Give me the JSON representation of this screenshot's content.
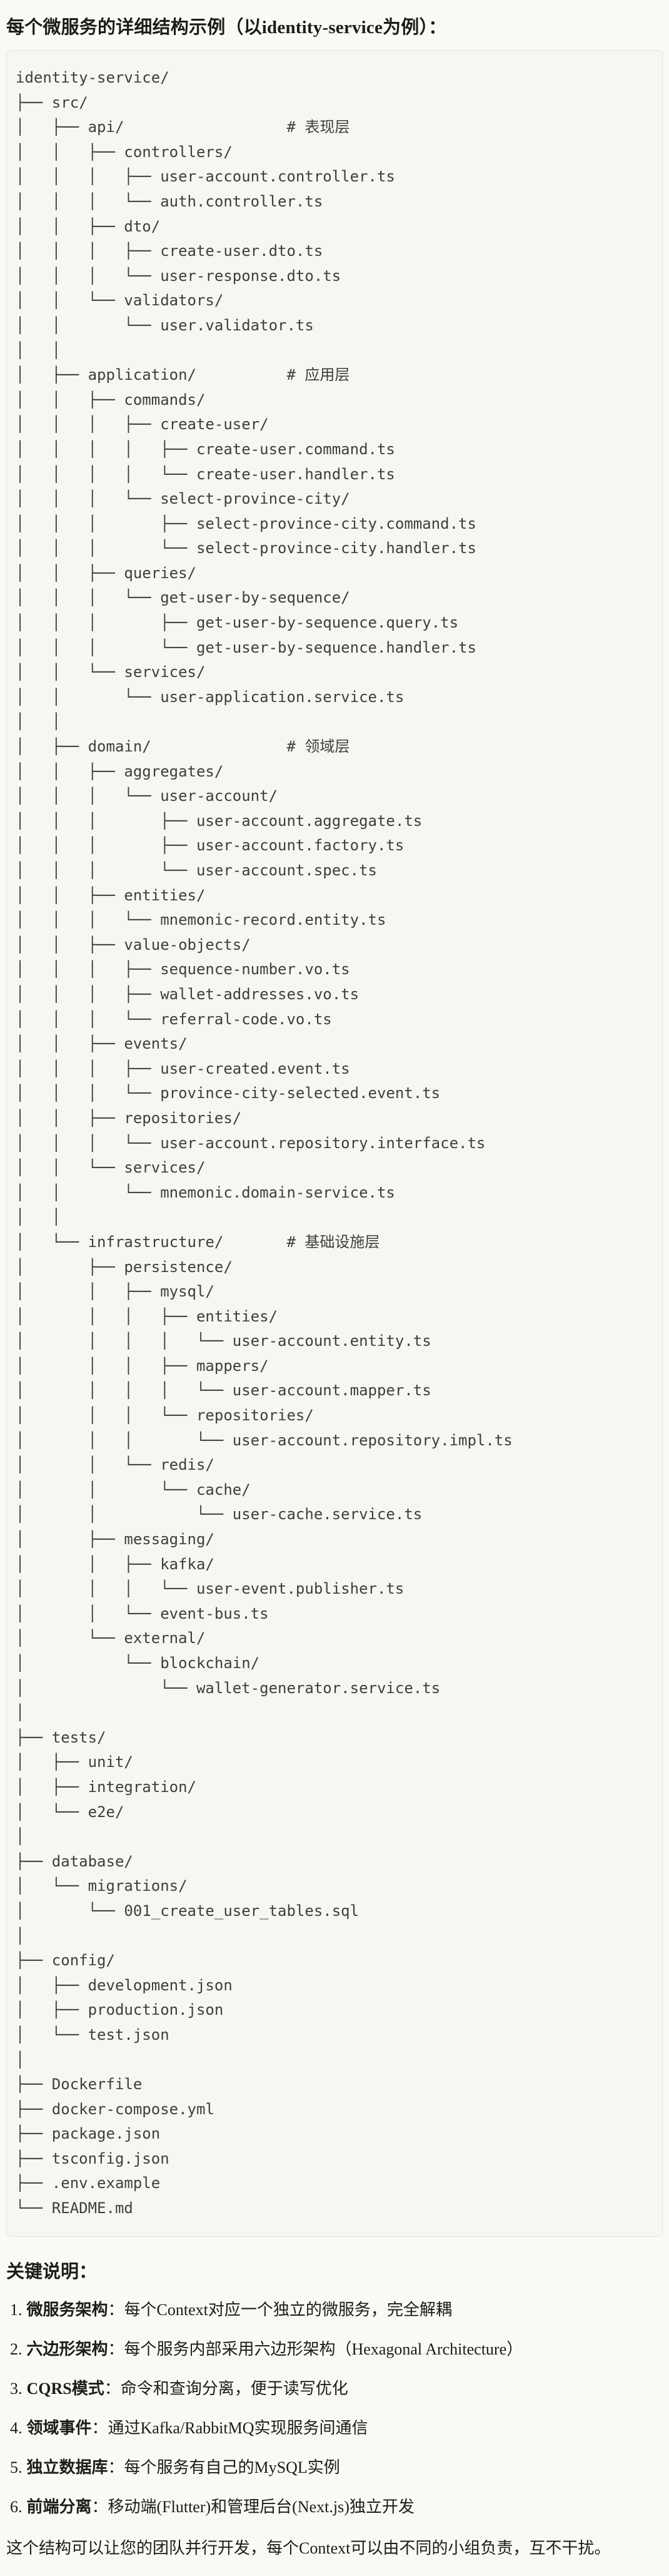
{
  "title": "每个微服务的详细结构示例（以identity-service为例）：",
  "colors": {
    "page_bg": "#FAF9F5",
    "code_bg": "#F6F6F3",
    "code_border": "#E4E2DB",
    "code_text": "#3E3E3A",
    "text": "#1D1C18"
  },
  "tree": {
    "language": "text",
    "lines": [
      "identity-service/",
      "├── src/",
      "│   ├── api/                  # 表现层",
      "│   │   ├── controllers/",
      "│   │   │   ├── user-account.controller.ts",
      "│   │   │   └── auth.controller.ts",
      "│   │   ├── dto/",
      "│   │   │   ├── create-user.dto.ts",
      "│   │   │   └── user-response.dto.ts",
      "│   │   └── validators/",
      "│   │       └── user.validator.ts",
      "│   │",
      "│   ├── application/          # 应用层",
      "│   │   ├── commands/",
      "│   │   │   ├── create-user/",
      "│   │   │   │   ├── create-user.command.ts",
      "│   │   │   │   └── create-user.handler.ts",
      "│   │   │   └── select-province-city/",
      "│   │   │       ├── select-province-city.command.ts",
      "│   │   │       └── select-province-city.handler.ts",
      "│   │   ├── queries/",
      "│   │   │   └── get-user-by-sequence/",
      "│   │   │       ├── get-user-by-sequence.query.ts",
      "│   │   │       └── get-user-by-sequence.handler.ts",
      "│   │   └── services/",
      "│   │       └── user-application.service.ts",
      "│   │",
      "│   ├── domain/               # 领域层",
      "│   │   ├── aggregates/",
      "│   │   │   └── user-account/",
      "│   │   │       ├── user-account.aggregate.ts",
      "│   │   │       ├── user-account.factory.ts",
      "│   │   │       └── user-account.spec.ts",
      "│   │   ├── entities/",
      "│   │   │   └── mnemonic-record.entity.ts",
      "│   │   ├── value-objects/",
      "│   │   │   ├── sequence-number.vo.ts",
      "│   │   │   ├── wallet-addresses.vo.ts",
      "│   │   │   └── referral-code.vo.ts",
      "│   │   ├── events/",
      "│   │   │   ├── user-created.event.ts",
      "│   │   │   └── province-city-selected.event.ts",
      "│   │   ├── repositories/",
      "│   │   │   └── user-account.repository.interface.ts",
      "│   │   └── services/",
      "│   │       └── mnemonic.domain-service.ts",
      "│   │",
      "│   └── infrastructure/       # 基础设施层",
      "│       ├── persistence/",
      "│       │   ├── mysql/",
      "│       │   │   ├── entities/",
      "│       │   │   │   └── user-account.entity.ts",
      "│       │   │   ├── mappers/",
      "│       │   │   │   └── user-account.mapper.ts",
      "│       │   │   └── repositories/",
      "│       │   │       └── user-account.repository.impl.ts",
      "│       │   └── redis/",
      "│       │       └── cache/",
      "│       │           └── user-cache.service.ts",
      "│       ├── messaging/",
      "│       │   ├── kafka/",
      "│       │   │   └── user-event.publisher.ts",
      "│       │   └── event-bus.ts",
      "│       └── external/",
      "│           └── blockchain/",
      "│               └── wallet-generator.service.ts",
      "│",
      "├── tests/",
      "│   ├── unit/",
      "│   ├── integration/",
      "│   └── e2e/",
      "│",
      "├── database/",
      "│   └── migrations/",
      "│       └── 001_create_user_tables.sql",
      "│",
      "├── config/",
      "│   ├── development.json",
      "│   ├── production.json",
      "│   └── test.json",
      "│",
      "├── Dockerfile",
      "├── docker-compose.yml",
      "├── package.json",
      "├── tsconfig.json",
      "├── .env.example",
      "└── README.md"
    ]
  },
  "notes": {
    "heading": "关键说明：",
    "items": [
      {
        "num": "1.",
        "term": "微服务架构",
        "desc": "：每个Context对应一个独立的微服务，完全解耦"
      },
      {
        "num": "2.",
        "term": "六边形架构",
        "desc": "：每个服务内部采用六边形架构（Hexagonal Architecture）"
      },
      {
        "num": "3.",
        "term": "CQRS模式",
        "desc": "：命令和查询分离，便于读写优化"
      },
      {
        "num": "4.",
        "term": "领域事件",
        "desc": "：通过Kafka/RabbitMQ实现服务间通信"
      },
      {
        "num": "5.",
        "term": "独立数据库",
        "desc": "：每个服务有自己的MySQL实例"
      },
      {
        "num": "6.",
        "term": "前端分离",
        "desc": "：移动端(Flutter)和管理后台(Next.js)独立开发"
      }
    ],
    "footer": "这个结构可以让您的团队并行开发，每个Context可以由不同的小组负责，互不干扰。"
  }
}
